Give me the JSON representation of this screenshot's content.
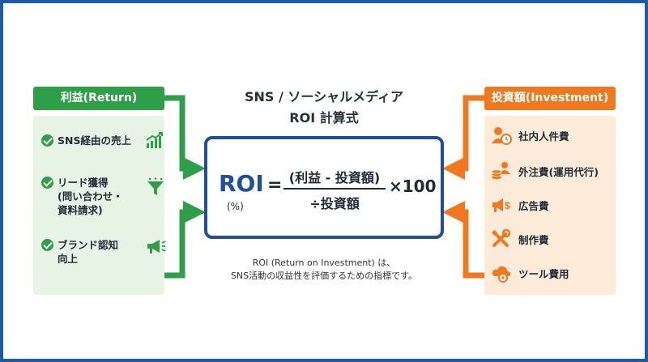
{
  "title": {
    "line1": "SNS / ソーシャルメディア",
    "line2": "ROI 計算式"
  },
  "left": {
    "header": "利益(Return)",
    "color": "#2e9e48",
    "items": [
      {
        "label": "SNS経由の売上",
        "icon": "growth-chart-icon"
      },
      {
        "label": "リード獲得\n(問い合わせ・\n資料請求)",
        "icon": "funnel-icon"
      },
      {
        "label": "ブランド認知\n向上",
        "icon": "megaphone-icon"
      }
    ]
  },
  "right": {
    "header": "投資額(Investment)",
    "color": "#f0781e",
    "items": [
      {
        "label": "社内人件費",
        "icon": "person-clock-icon"
      },
      {
        "label": "外注費(運用代行)",
        "icon": "coins-person-icon"
      },
      {
        "label": "広告費",
        "icon": "megaphone-dollar-icon"
      },
      {
        "label": "制作費",
        "icon": "tools-icon"
      },
      {
        "label": "ツール費用",
        "icon": "cloud-gear-icon"
      }
    ]
  },
  "formula": {
    "roi": "ROI",
    "percent": "(%)",
    "equals": "=",
    "numerator": "(利益 - 投資額)",
    "denominator": "÷投資額",
    "multiplier": "×100",
    "color": "#1f4f9c"
  },
  "description": {
    "line1": "ROI (Return on Investment) は、",
    "line2": "SNS活動の収益性を評価するための指標です。"
  },
  "frame_color": "#1f5aa6"
}
